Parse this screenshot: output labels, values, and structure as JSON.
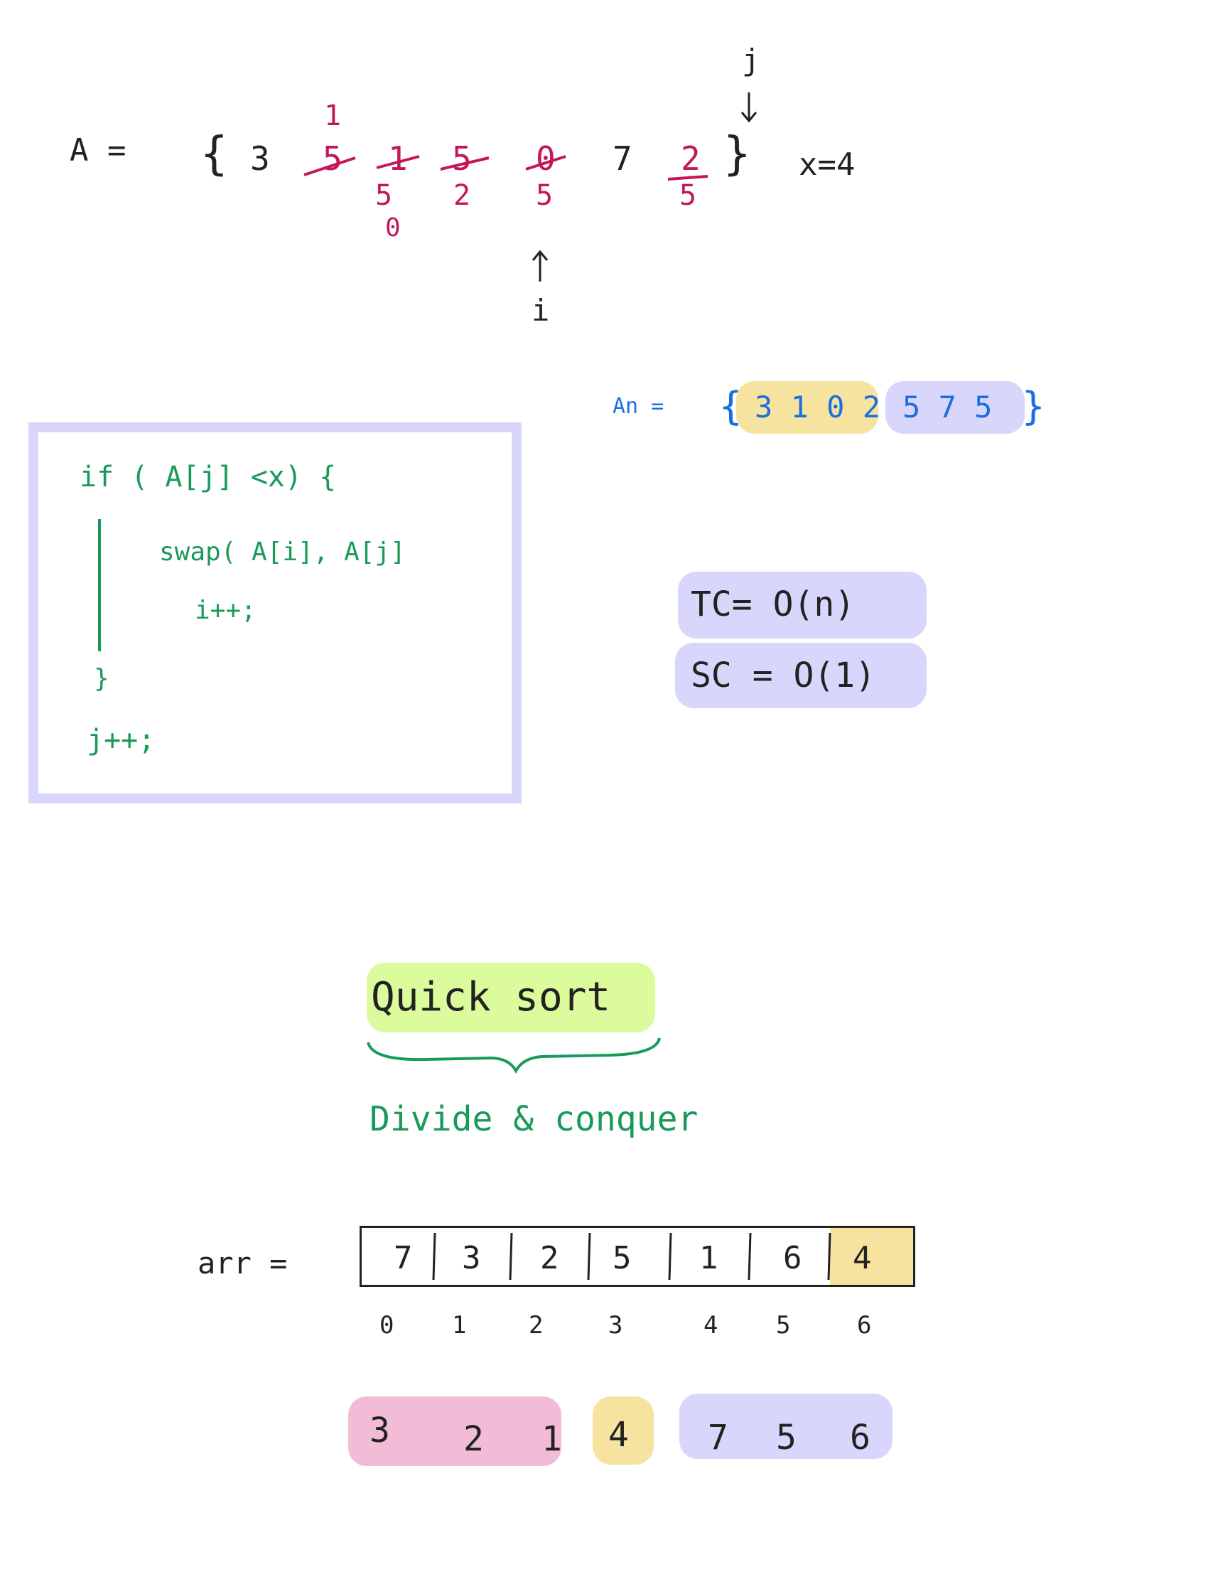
{
  "colors": {
    "ink": "#222222",
    "red": "#c2185b",
    "green": "#1a9a5a",
    "blue": "#1a6fe0",
    "lavender": "#d9d6fb",
    "yellow": "#f7e3a0",
    "lime": "#dcfb9c",
    "pink": "#f3bcd6",
    "box_border": "#d9d6fb"
  },
  "top": {
    "a_label": "A =",
    "open_brace": "{",
    "close_brace": "}",
    "elements": [
      "3",
      "5",
      "1",
      "5",
      "0",
      "7",
      "2"
    ],
    "above_marks": [
      "1"
    ],
    "below_row1": [
      "5",
      "2",
      "5",
      "5"
    ],
    "below_row2": [
      "0"
    ],
    "j_label": "j",
    "i_label": "i",
    "x_label": "x=4"
  },
  "ans": {
    "label": "An =",
    "open": "{",
    "left_group": "3 1 0 2",
    "right_group": "5 7 5",
    "close": "}"
  },
  "code": {
    "line1": "if ( A[j] <x) {",
    "line2": "swap( A[i], A[j]",
    "line3": "i++;",
    "line4": "}",
    "line5": "j++;"
  },
  "complexity": {
    "tc": "TC= O(n)",
    "sc": "SC = O(1)"
  },
  "quick": {
    "title": "Quick sort",
    "subtitle": "Divide & conquer"
  },
  "arr": {
    "label": "arr =",
    "cells": [
      "7",
      "3",
      "2",
      "5",
      "1",
      "6",
      "4"
    ],
    "indices": [
      "0",
      "1",
      "2",
      "3",
      "4",
      "5",
      "6"
    ]
  },
  "partition": {
    "left": [
      "3",
      "2",
      "1"
    ],
    "pivot": "4",
    "right": [
      "7",
      "5",
      "6"
    ]
  }
}
